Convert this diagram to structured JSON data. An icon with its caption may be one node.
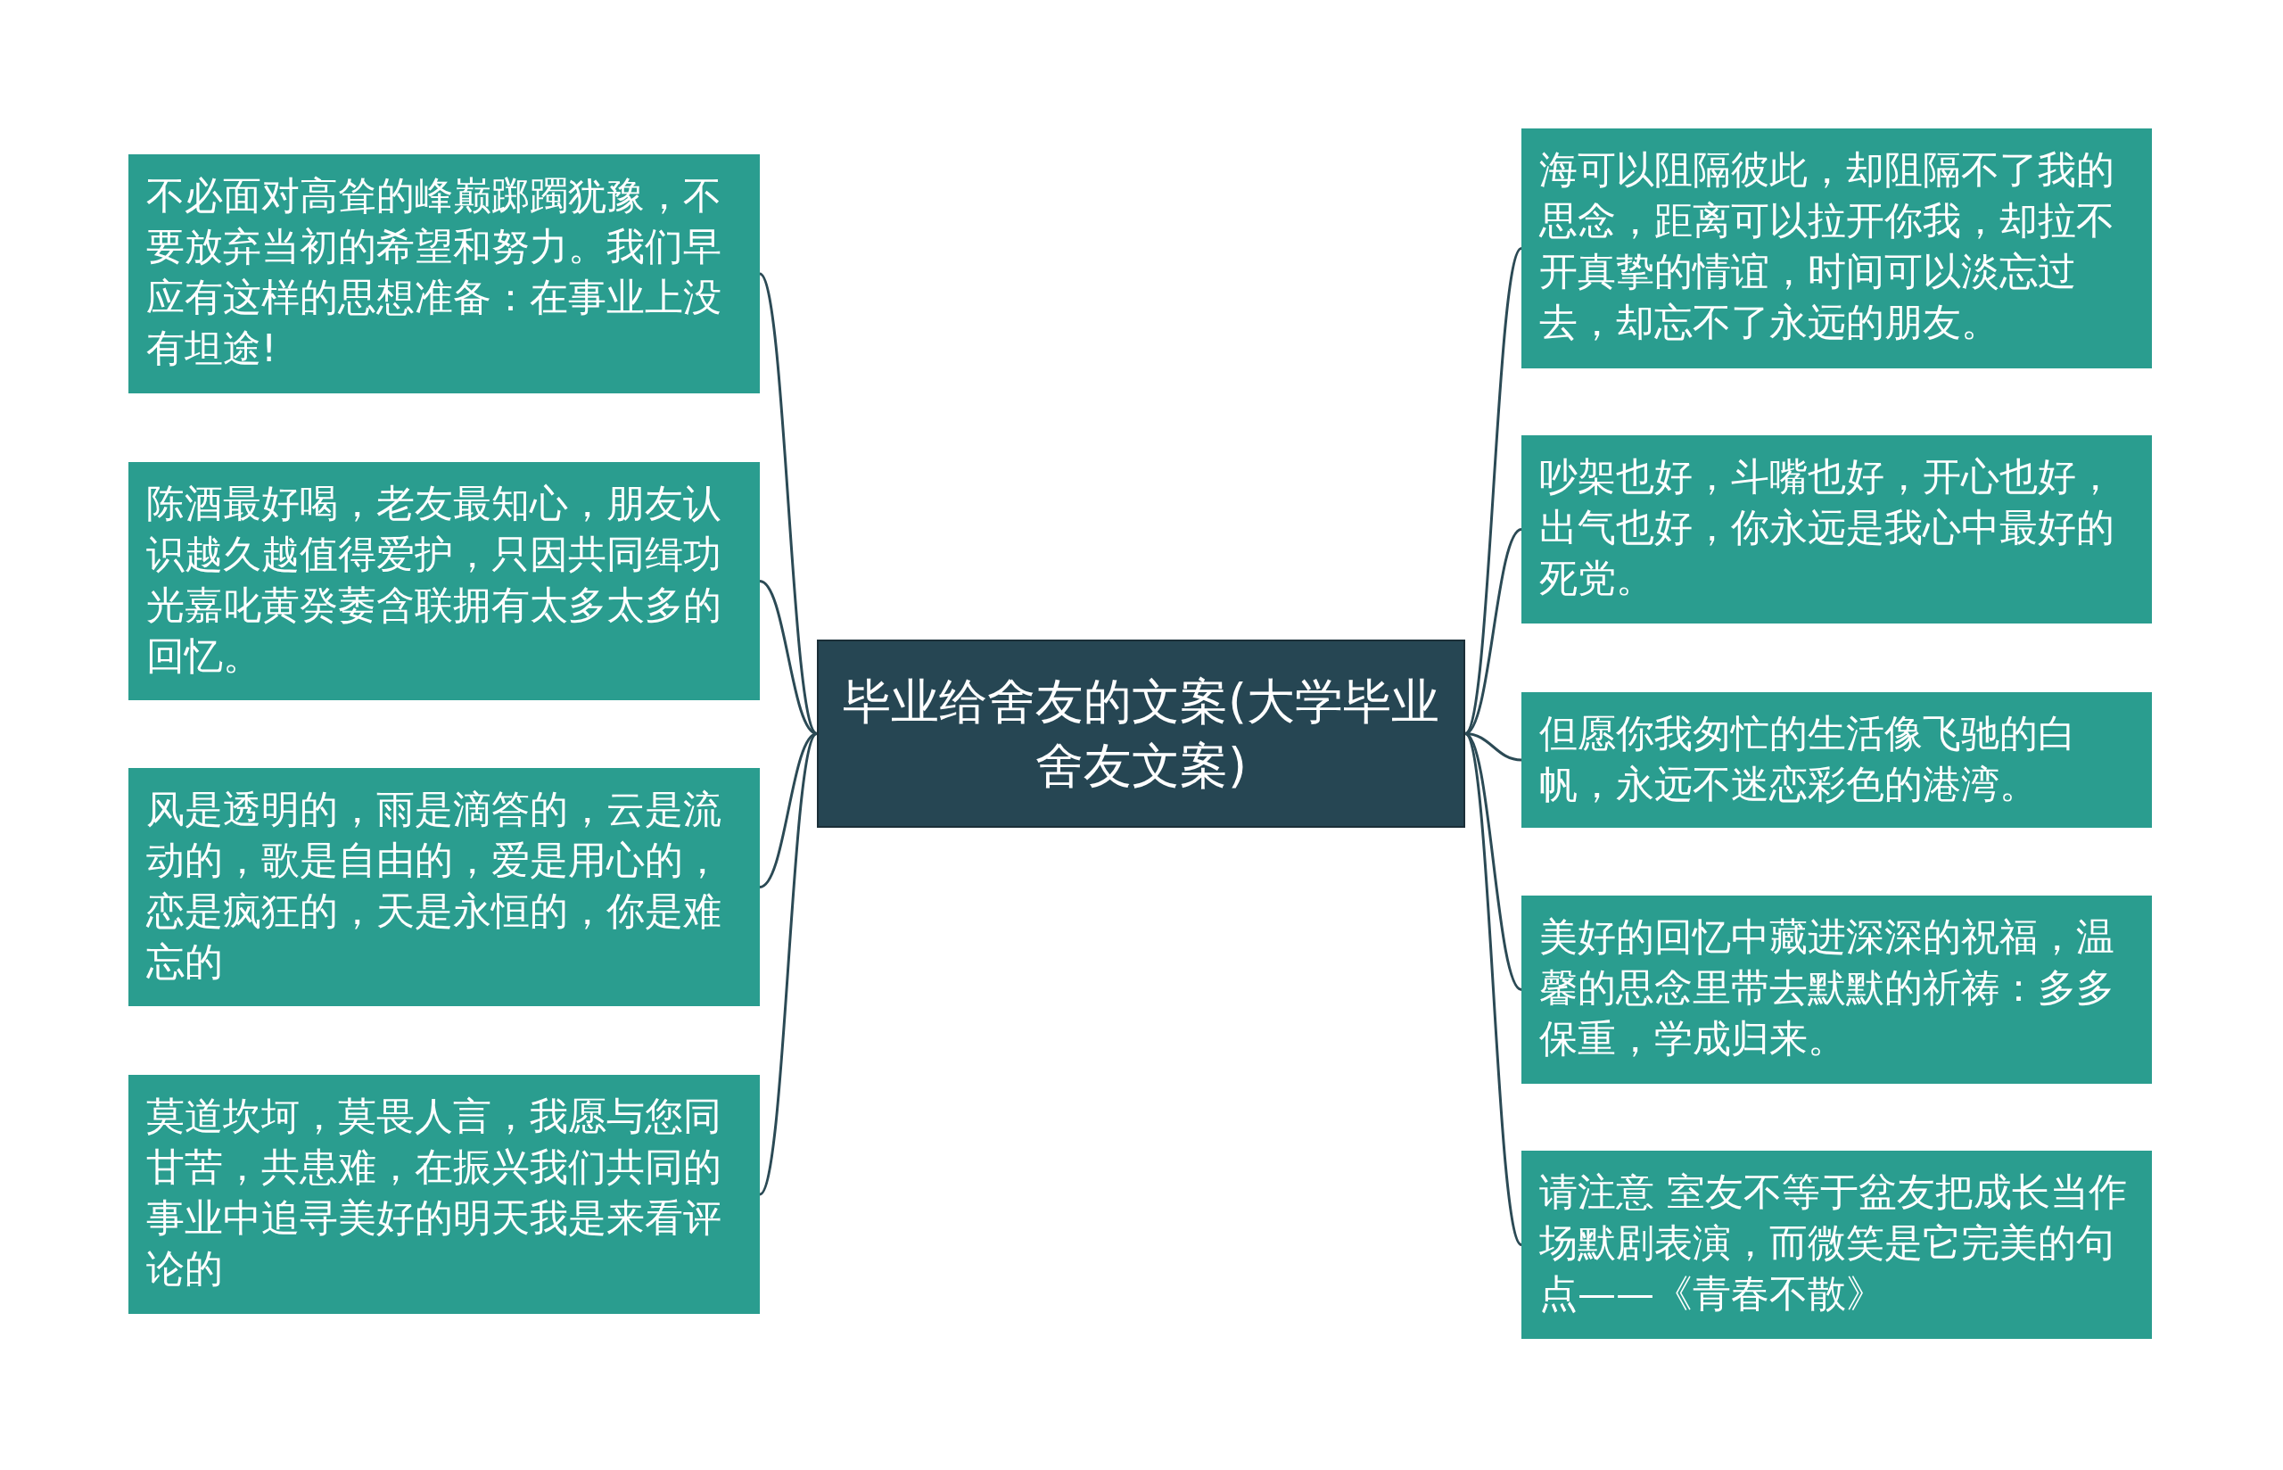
{
  "diagram": {
    "nodes": [
      {
        "text": [
          "毕业给舍友的文案(大学毕业舍友文案)"
        ]
      },
      {
        "text": [
          "不必面对高耸的峰巅踯躅犹豫，不要放弃当初的希望和努力。我们早应有这样的思想准备：在事业上没有坦途!"
        ]
      },
      {
        "text": [
          "陈酒最好喝，老友最知心，朋友认识越久越值得爱护，只因共同缉功光嘉叱黄癸萎含联拥有太多太多的回忆。"
        ]
      },
      {
        "text": [
          "风是透明的，雨是滴答的，云是流动的，歌是自由的，爱是用心的，恋是疯狂的，天是永恒的，你是难忘的"
        ]
      },
      {
        "text": [
          "莫道坎坷，莫畏人言，我愿与您同甘苦，共患难，在振兴我们共同的事业中追寻美好的明天我是来看评论的"
        ]
      },
      {
        "text": [
          "海可以阻隔彼此，却阻隔不了我的思念，距离可以拉开你我，却拉不开真挚的情谊，时间可以淡忘过去，却忘不了永远的朋友。"
        ]
      },
      {
        "text": [
          "吵架也好，斗嘴也好，开心也好，出气也好，你永远是我心中最好的死党。"
        ]
      },
      {
        "text": [
          "但愿你我匆忙的生活像飞驰的白帆，永远不迷恋彩色的港湾。"
        ]
      },
      {
        "text": [
          "美好的回忆中藏进深深的祝福，温馨的思念里带去默默的祈祷：多多保重，学成归来。"
        ]
      },
      {
        "text": [
          "请注意 室友不等于盆友把成长当作场默剧表演，而微笑是它完美的句点——《青春不散》"
        ]
      }
    ],
    "edges": [
      {
        "from": 0,
        "to": 1,
        "arrow": "none"
      },
      {
        "from": 0,
        "to": 2,
        "arrow": "none"
      },
      {
        "from": 0,
        "to": 3,
        "arrow": "none"
      },
      {
        "from": 0,
        "to": 4,
        "arrow": "none"
      },
      {
        "from": 0,
        "to": 5,
        "arrow": "none"
      },
      {
        "from": 0,
        "to": 6,
        "arrow": "none"
      },
      {
        "from": 0,
        "to": 7,
        "arrow": "none"
      },
      {
        "from": 0,
        "to": 8,
        "arrow": "none"
      },
      {
        "from": 0,
        "to": 9,
        "arrow": "none"
      }
    ]
  }
}
